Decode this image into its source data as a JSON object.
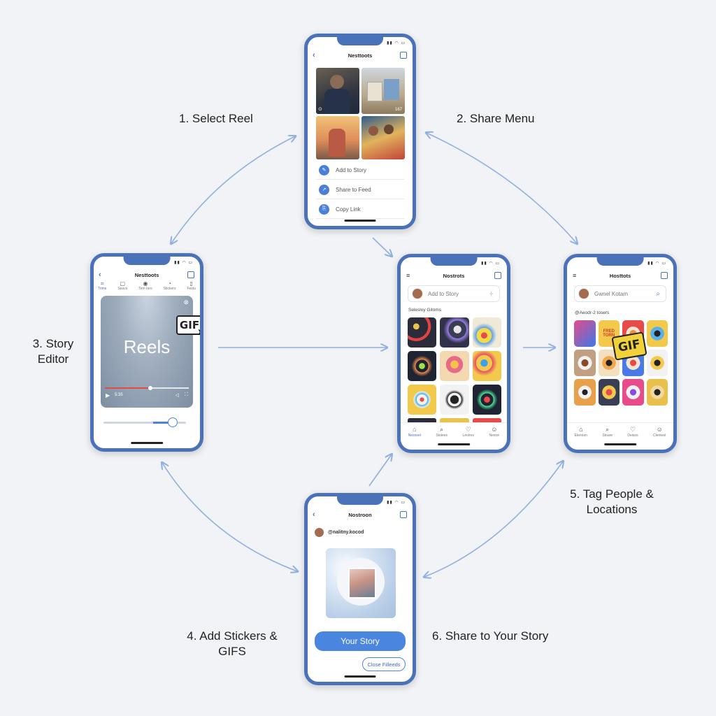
{
  "steps": {
    "step1": "1. Select Reel",
    "step2": "2. Share Menu",
    "step3_line1": "3. Story",
    "step3_line2": "Editor",
    "step4_line1": "4. Add Stickers &",
    "step4_line2": "GIFS",
    "step5_line1": "5. Tag People &",
    "step5_line2": "Locations",
    "step6": "6. Share to Your Story"
  },
  "phone_top": {
    "title": "Nesttoots",
    "share_menu": [
      "Add to Story",
      "Share to Feed",
      "Copy Link"
    ],
    "tile_label": "167"
  },
  "phone_left": {
    "title": "Nesttoots",
    "tools": [
      "Trims",
      "Seavs",
      "Tem toro",
      "Stickers",
      "Fextu"
    ],
    "video_text": "Reels",
    "time_label": "5:35",
    "gif_text": "GIF"
  },
  "phone_center": {
    "title": "Nostrots",
    "search_text": "Add to Story",
    "section_title": "Selesloy Gitoms",
    "nav": [
      "Nesosel",
      "Stoiees",
      "Leolres",
      "Nestor"
    ]
  },
  "phone_right": {
    "title": "Hosttots",
    "search_text": "Gwnel Kotam",
    "section_title": "@Aeodr-2 tosers",
    "gif_text": "GIF",
    "sticker_text": "FRED TORN",
    "nav": [
      "Elenoon",
      "Stoare",
      "Deisos",
      "Clenteel"
    ]
  },
  "phone_bottom": {
    "title": "Nostroon",
    "username": "@nalitny.kocod",
    "primary_button": "Your Story",
    "secondary_button": "Close Filleeds"
  },
  "colors": {
    "frame": "#4a72b8",
    "accent": "#4a86e0",
    "arrow": "#8fb0e0",
    "background": "#f1f3f6"
  }
}
